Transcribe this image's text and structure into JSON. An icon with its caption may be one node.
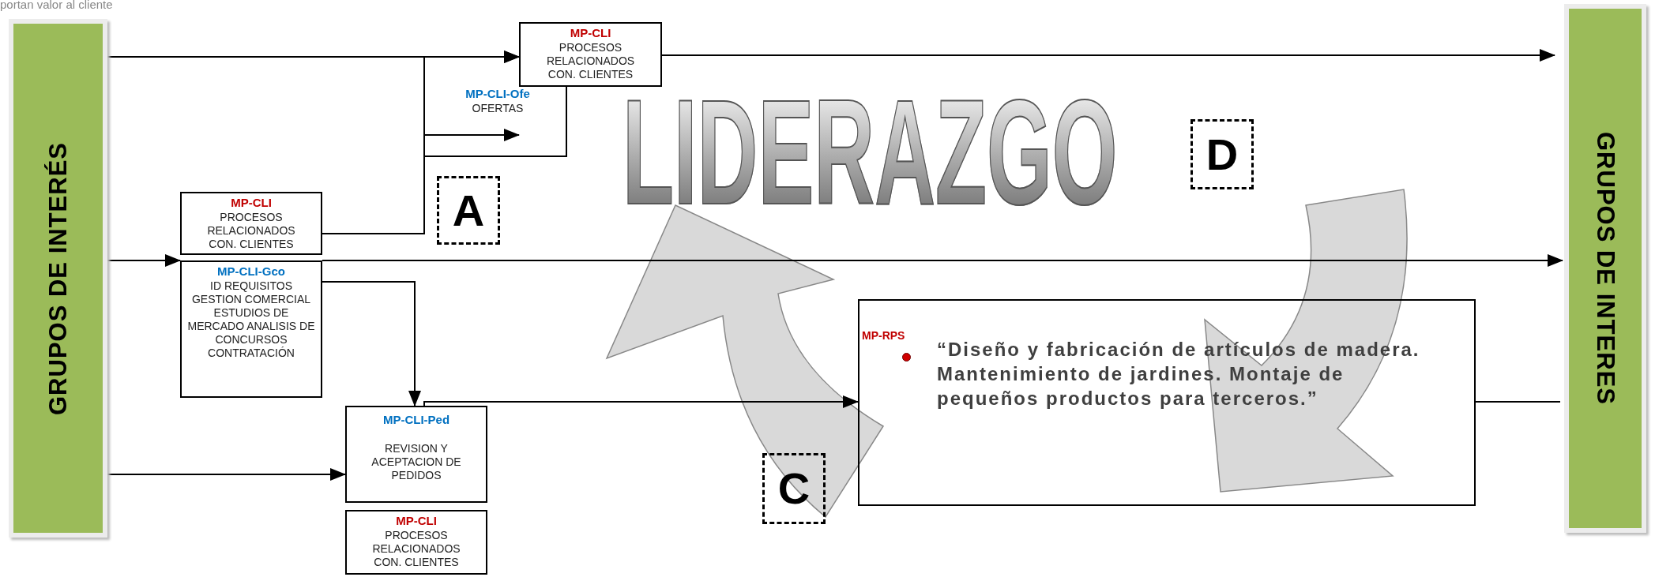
{
  "diagram": {
    "nodes": [
      {
        "text": [
          "GRUPOS DE INTERÉS"
        ]
      },
      {
        "text": [
          "MP-CLI",
          "PROCESOS RELACIONADOS CON. CLIENTES"
        ]
      },
      {
        "text": [
          "MP-CLI-Ofe",
          "OFERTAS"
        ]
      },
      {
        "text": [
          "A"
        ]
      },
      {
        "text": [
          "D"
        ]
      },
      {
        "text": [
          "MP-CLI",
          "PROCESOS RELACIONADOS CON. CLIENTES"
        ]
      },
      {
        "text": [
          "MP-CLI-Gco",
          "ID REQUISITOS GESTION COMERCIAL ESTUDIOS DE MERCADO ANALISIS DE CONCURSOS CONTRATACIÓN"
        ]
      },
      {
        "text": [
          "MP-RPS",
          "“Diseño y fabricación de artículos de madera. Mantenimiento de jardines. Montaje de pequeños productos para terceros.”"
        ]
      },
      {
        "text": [
          "MP-CLI-Ped",
          "REVISION Y ACEPTACION DE PEDIDOS"
        ]
      },
      {
        "text": [
          "C"
        ]
      },
      {
        "text": [
          "MP-CLI",
          "PROCESOS RELACIONADOS CON. CLIENTES"
        ]
      },
      {
        "text": [
          "GRUPOS DE INTERES"
        ]
      }
    ],
    "edges": [
      {
        "from": 0,
        "to": 1,
        "arrow": "to"
      },
      {
        "from": 5,
        "to": 1,
        "arrow": "to"
      },
      {
        "from": 5,
        "to": 2,
        "arrow": "to"
      },
      {
        "from": 1,
        "to": 11,
        "arrow": "to"
      },
      {
        "from": 0,
        "to": 6,
        "arrow": "to"
      },
      {
        "from": 6,
        "to": 11,
        "arrow": "to"
      },
      {
        "from": 6,
        "to": 8,
        "arrow": "to"
      },
      {
        "from": 8,
        "to": 7,
        "arrow": "to"
      },
      {
        "from": 0,
        "to": 8,
        "arrow": "to"
      },
      {
        "from": 7,
        "to": 11,
        "arrow": "none"
      }
    ],
    "labels": [
      "portan valor al cliente",
      "LIDERAZGO"
    ]
  }
}
